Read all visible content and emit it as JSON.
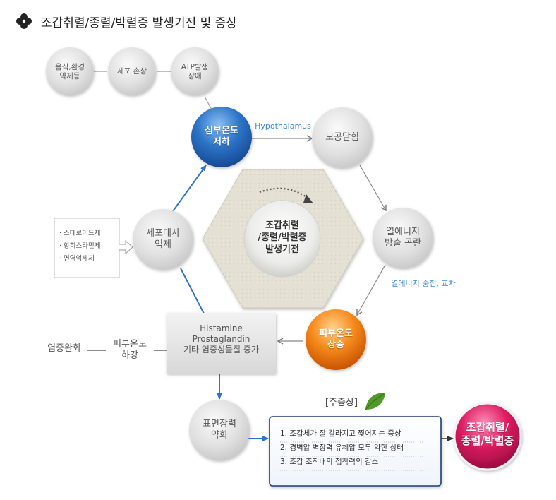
{
  "title": "조갑취렬/종렬/박렬증 발생기전 및 증상",
  "top_row": {
    "cause": "음식,환경\n약제등",
    "cell_damage": "세포 손상",
    "atp": "ATP발생\n장애"
  },
  "nodes": {
    "core_temp_drop": "심부온도\n저하",
    "pore_close": "모공닫힘",
    "heat_release": "열에너지\n방출 곤란",
    "skin_temp_rise": "피부온도\n상승",
    "metabolism": "세포대사\n억제",
    "inflammation": "Histamine\nProstaglandin\n기타 염증성물질 증가",
    "skin_temp_drop": "피부온도\n하강",
    "surface_tension": "표면장력\n약화",
    "center": "조갑취렬\n/종렬/박렬증\n발생기전",
    "result": "조갑취렬/\n종렬/박렬증"
  },
  "labels": {
    "hypothalamus": "Hypothalamus",
    "heat_overlap": "열에너지 중첩, 교차",
    "inflammation_relief": "염증완화"
  },
  "drugs": [
    "· 스테로이드제",
    "· 항히스타민제",
    "· 면역억제제"
  ],
  "symptoms": {
    "heading": "[주증상]",
    "items": [
      "1. 조갑체가 잘 갈라지고 찢어지는 증상",
      "2. 경벽압 벽장력 유체압 모두 약한 상태",
      "3. 조갑 조직내의 접착력의 감소"
    ]
  },
  "colors": {
    "blue": "#2f74c8",
    "orange": "#f07a10",
    "pink": "#d8185c",
    "link_blue": "#3a8ad6",
    "grey_node": "#d8d8d8"
  }
}
